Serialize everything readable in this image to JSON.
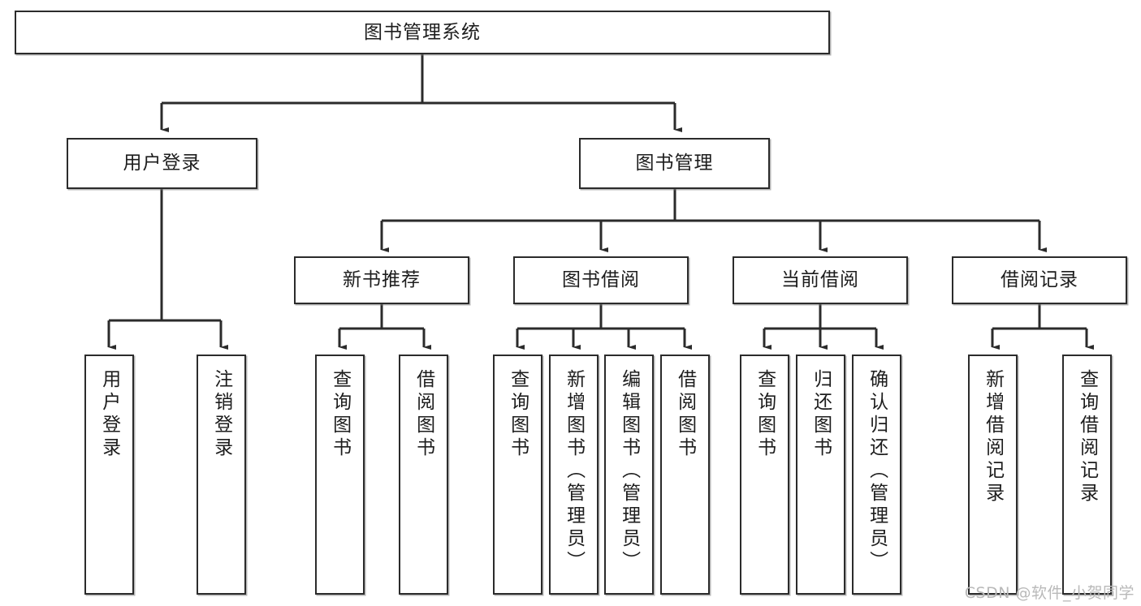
{
  "diagram": {
    "title": "图书管理系统",
    "type": "tree",
    "watermark": "CSDN @软件_小贺同学",
    "colors": {
      "stroke": "#2b2b2b",
      "fill": "#ffffff",
      "text": "#1d1d1d",
      "watermark": "#b9b9b9"
    },
    "levels": {
      "root": {
        "label": "图书管理系统"
      },
      "level2": [
        {
          "label": "用户登录"
        },
        {
          "label": "图书管理"
        }
      ],
      "level3": [
        {
          "label": "新书推荐"
        },
        {
          "label": "图书借阅"
        },
        {
          "label": "当前借阅"
        },
        {
          "label": "借阅记录"
        }
      ],
      "leaves": [
        {
          "label": "用户登录",
          "parent": "用户登录"
        },
        {
          "label": "注销登录",
          "parent": "用户登录"
        },
        {
          "label": "查询图书",
          "parent": "新书推荐"
        },
        {
          "label": "借阅图书",
          "parent": "新书推荐"
        },
        {
          "label": "查询图书",
          "parent": "图书借阅"
        },
        {
          "label": "新增图书（管理员）",
          "parent": "图书借阅"
        },
        {
          "label": "编辑图书（管理员）",
          "parent": "图书借阅"
        },
        {
          "label": "借阅图书",
          "parent": "图书借阅"
        },
        {
          "label": "查询图书",
          "parent": "当前借阅"
        },
        {
          "label": "归还图书",
          "parent": "当前借阅"
        },
        {
          "label": "确认归还（管理员）",
          "parent": "当前借阅"
        },
        {
          "label": "新增借阅记录",
          "parent": "借阅记录"
        },
        {
          "label": "查询借阅记录",
          "parent": "借阅记录"
        }
      ]
    }
  }
}
